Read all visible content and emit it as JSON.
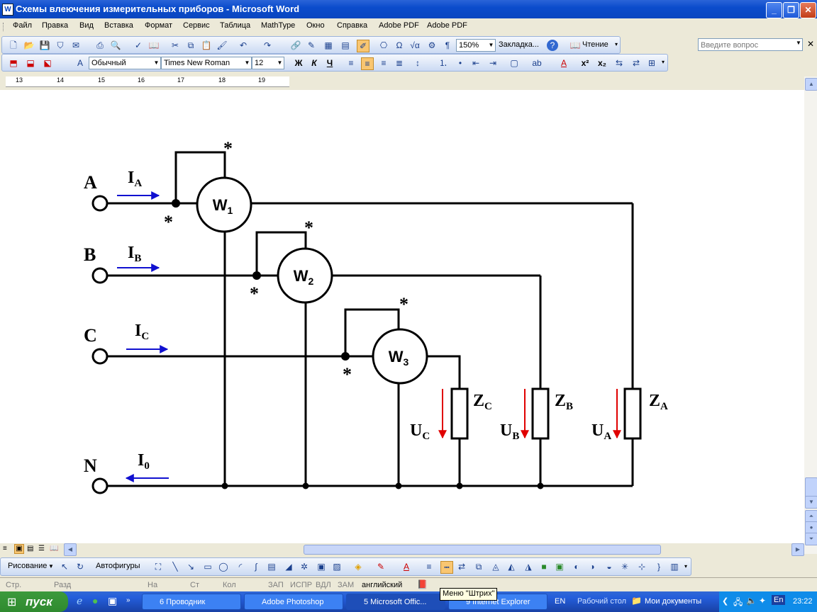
{
  "window": {
    "title": "Схемы влеючения измерительных приборов - Microsoft Word",
    "app_icon": "word-doc-icon"
  },
  "window_controls": {
    "minimize": "_",
    "restore": "❐",
    "close": "✕"
  },
  "menu": {
    "items": [
      "Файл",
      "Правка",
      "Вид",
      "Вставка",
      "Формат",
      "Сервис",
      "Таблица",
      "MathType",
      "Окно",
      "Справка",
      "Adobe PDF",
      "Adobe PDF"
    ],
    "ask_placeholder": "Введите вопрос"
  },
  "standard_toolbar": {
    "zoom": "150%",
    "bookmark": "Закладка...",
    "reading": "Чтение"
  },
  "format_toolbar": {
    "style": "Обычный",
    "font": "Times New Roman",
    "size": "12",
    "bold": "Ж",
    "italic": "К",
    "underline": "Ч"
  },
  "ruler": {
    "numbers": [
      "13",
      "14",
      "15",
      "16",
      "17",
      "18",
      "19"
    ]
  },
  "circuit": {
    "phase_labels": [
      "A",
      "B",
      "C",
      "N"
    ],
    "currents": {
      "a": "I",
      "a_sub": "A",
      "b": "I",
      "b_sub": "B",
      "c": "I",
      "c_sub": "C",
      "n": "I",
      "n_sub": "0"
    },
    "wattmeters": [
      {
        "label": "W",
        "sub": "1"
      },
      {
        "label": "W",
        "sub": "2"
      },
      {
        "label": "W",
        "sub": "3"
      }
    ],
    "loads": [
      {
        "label": "Z",
        "sub": "C"
      },
      {
        "label": "Z",
        "sub": "B"
      },
      {
        "label": "Z",
        "sub": "A"
      }
    ],
    "voltages": [
      {
        "label": "U",
        "sub": "C"
      },
      {
        "label": "U",
        "sub": "B"
      },
      {
        "label": "U",
        "sub": "A"
      }
    ],
    "star_mark": "*",
    "colors": {
      "current_arrow": "#1010d0",
      "voltage_arrow": "#e00000",
      "wire": "#000000"
    }
  },
  "drawing_toolbar": {
    "draw": "Рисование",
    "autoshapes": "Автофигуры"
  },
  "status": {
    "page": "Стр.",
    "section": "Разд",
    "at": "На",
    "line": "Ст",
    "col": "Кол",
    "rec": "ЗАП",
    "trk": "ИСПР",
    "ext": "ВДЛ",
    "ovr": "ЗАМ",
    "language": "английский"
  },
  "tooltip": "Меню \"Штрих\"",
  "taskbar": {
    "start": "пуск",
    "tasks": [
      "6 Проводник",
      "Adobe Photoshop",
      "5 Microsoft Offic...",
      "9 Internet Explorer"
    ],
    "lang": "EN",
    "desktop": "Рабочий стол",
    "mydocs": "Мои документы",
    "tray_lang": "En",
    "clock": "23:22"
  }
}
